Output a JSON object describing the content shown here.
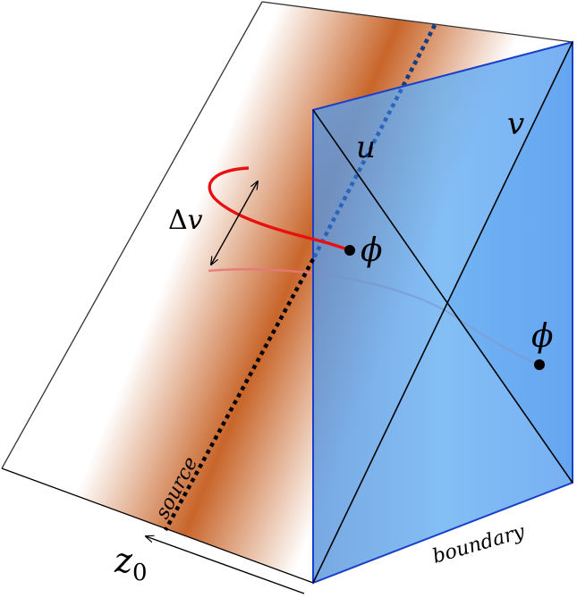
{
  "labels": {
    "u": "u",
    "v": "v",
    "delta_v_symbol": "Δ",
    "delta_v_var": "v",
    "phi_upper": "ϕ",
    "phi_lower": "ϕ",
    "source": "source",
    "boundary": "boundary",
    "z_var": "z",
    "z_sub": "0"
  },
  "colors": {
    "sheet_dark": "#c8652a",
    "sheet_light": "#ffffff",
    "boundary_fill": "#5a9ff0",
    "boundary_edge": "#1a3fc8",
    "curve_red": "#e81010",
    "curve_faded": "#e87878",
    "source_line": "#000000"
  }
}
